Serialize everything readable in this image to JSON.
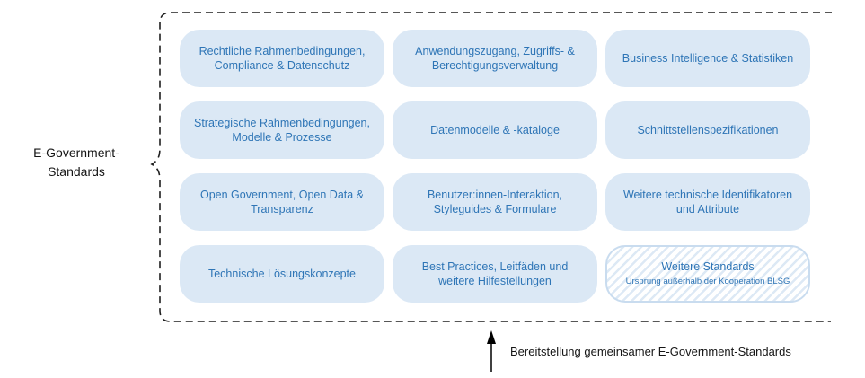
{
  "diagram": {
    "left_label": "E-Government-\nStandards",
    "bottom_caption": "Bereitstellung gemeinsamer E-Government-Standards",
    "colors": {
      "box_fill": "#dbe8f5",
      "box_text": "#2e75b6",
      "hatched_box_border": "#c9dcef",
      "hatch_stripe": "#dde9f5",
      "boundary_line": "#1f1f1f",
      "arrow": "#000000"
    },
    "boxes": [
      {
        "label": "Rechtliche Rahmenbedingungen, Compliance & Datenschutz"
      },
      {
        "label": "Anwendungszugang, Zugriffs- & Berechtigungsverwaltung"
      },
      {
        "label": "Business Intelligence & Statistiken"
      },
      {
        "label": "Strategische Rahmenbedingungen, Modelle & Prozesse"
      },
      {
        "label": "Datenmodelle & -kataloge"
      },
      {
        "label": "Schnittstellenspezifikationen"
      },
      {
        "label": "Open Government, Open Data & Transparenz"
      },
      {
        "label": "Benutzer:innen-Interaktion, Styleguides & Formulare"
      },
      {
        "label": "Weitere technische Identifikatoren und Attribute"
      },
      {
        "label": "Technische Lösungskonzepte"
      },
      {
        "label": "Best Practices, Leitfäden und weitere Hilfestellungen"
      },
      {
        "label": "Weitere Standards",
        "sublabel": "Ursprung außerhalb der Kooperation BLSG"
      }
    ]
  }
}
